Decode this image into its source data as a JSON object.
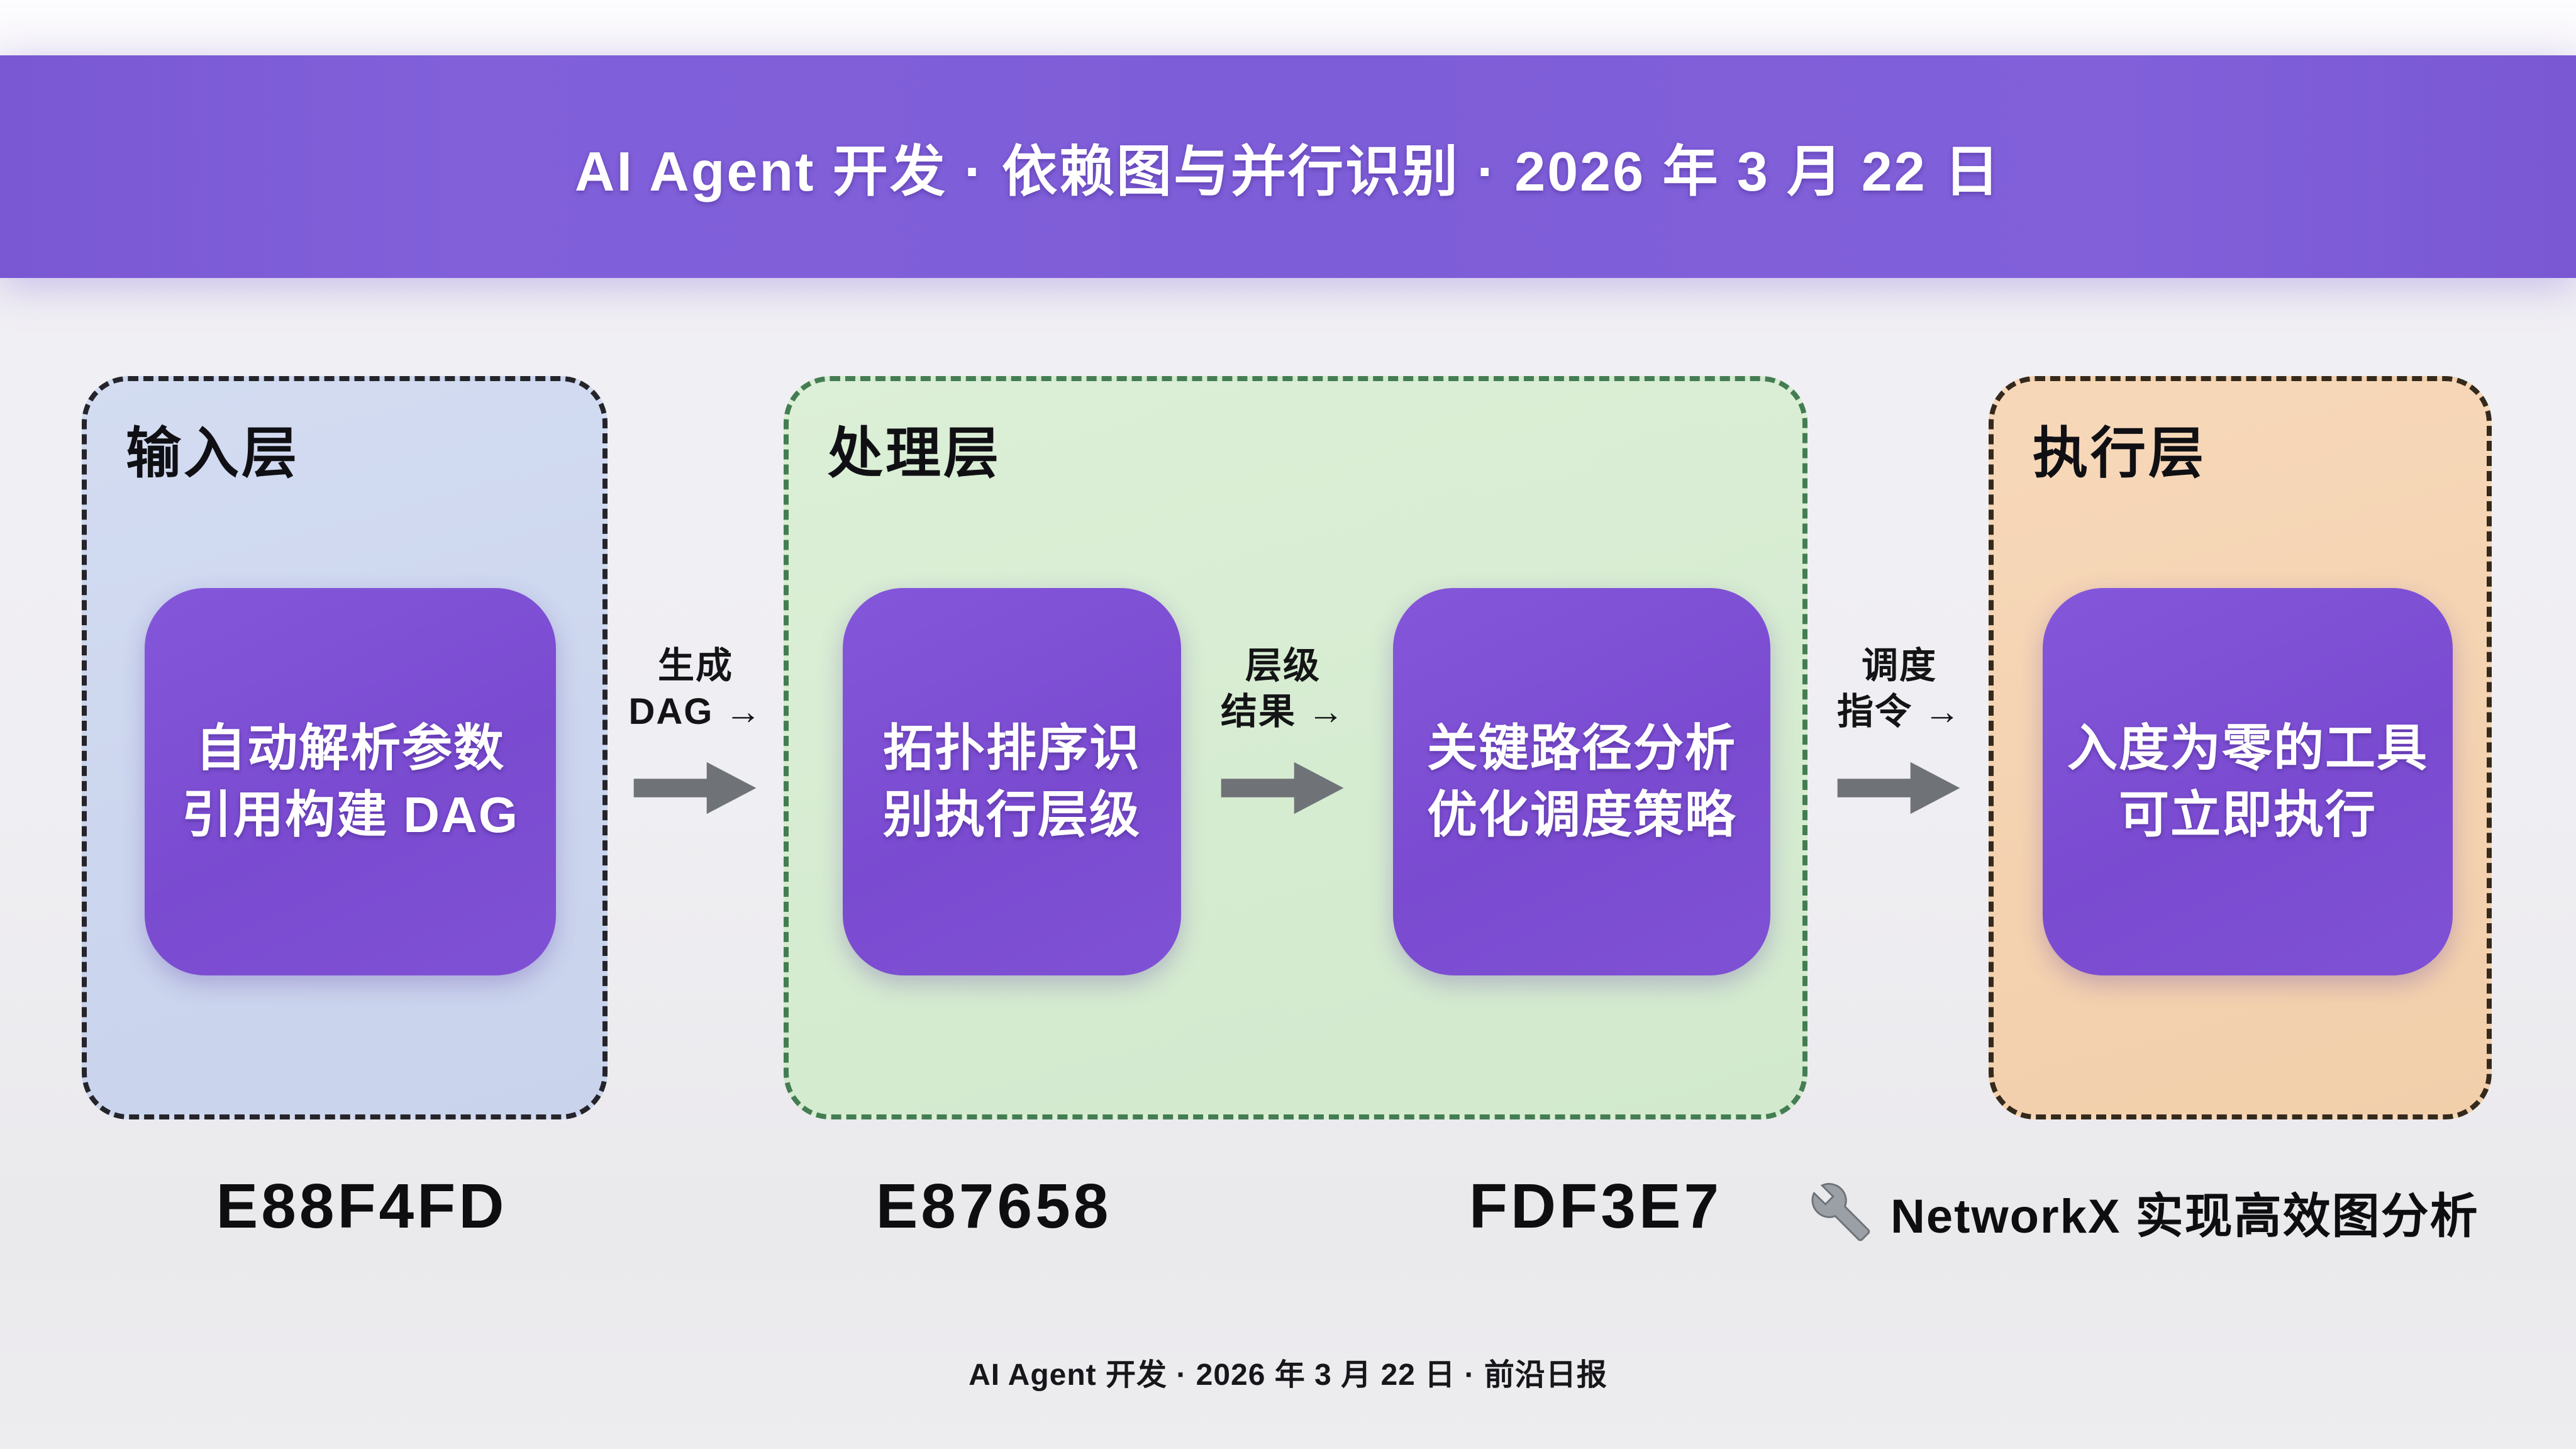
{
  "header": {
    "title": "AI Agent 开发 · 依赖图与并行识别 · 2026 年 3 月 22 日"
  },
  "flow": {
    "layers": [
      {
        "label": "输入层",
        "nodes": [
          {
            "lines": [
              "自动解析参数",
              "引用构建 DAG"
            ]
          }
        ]
      },
      {
        "label": "处理层",
        "nodes": [
          {
            "lines": [
              "拓扑排序识",
              "别执行层级"
            ]
          },
          {
            "lines": [
              "关键路径分析",
              "优化调度策略"
            ]
          }
        ]
      },
      {
        "label": "执行层",
        "nodes": [
          {
            "lines": [
              "入度为零的工具",
              "可立即执行"
            ]
          }
        ]
      }
    ],
    "arrows": [
      {
        "lines": [
          "生成",
          "DAG →"
        ]
      },
      {
        "lines": [
          "层级",
          "结果 →"
        ]
      },
      {
        "lines": [
          "调度",
          "指令 →"
        ]
      }
    ]
  },
  "legend": {
    "codes": [
      "E88F4FD",
      "E87658",
      "FDF3E7"
    ],
    "note": "NetworkX 实现高效图分析",
    "note_icon": "wrench-icon"
  },
  "footer": {
    "text": "AI Agent 开发 · 2026 年 3 月 22 日 · 前沿日报"
  },
  "colors": {
    "header_purple": "#7E5ED8",
    "node_purple": "#7B4FD2",
    "input_layer_bg": "#CED7EE",
    "processing_layer_bg": "#D6ECD1",
    "processing_border_green": "#447D52",
    "execution_layer_bg": "#F4D2B0",
    "dashed_border_dark": "#25242A",
    "arrow_gray": "#6F7377",
    "text_black": "#101014",
    "text_white": "#FFFFFF"
  }
}
